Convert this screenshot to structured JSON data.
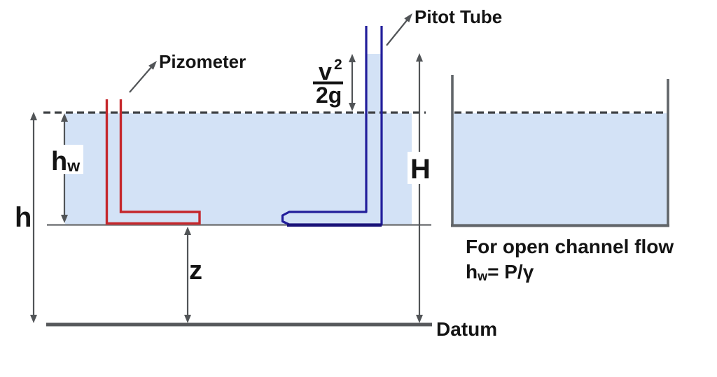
{
  "colors": {
    "water_fill": "#d3e2f6",
    "piezometer_red": "#c5272c",
    "pitot_blue": "#221e9b",
    "pitot_blue_dark": "#191278",
    "arrow_gray": "#515457",
    "bed_gray": "#77797c",
    "tank_gray": "#616569",
    "datum_gray": "#56585b",
    "dash_gray": "#3e4144",
    "text_color": "#141414"
  },
  "labels": {
    "piezometer": "Pizometer",
    "pitot_tube": "Pitot Tube",
    "datum": "Datum",
    "total_head": "H",
    "elevation_head": "z",
    "depth": "h",
    "piezometric_head": {
      "base": "h",
      "sub": "w"
    },
    "velocity_head": {
      "numerator_base": "v",
      "numerator_exponent": "2",
      "denominator": "2g"
    }
  },
  "note": {
    "line1": "For open channel flow",
    "formula": {
      "base": "h",
      "sub": "w",
      "rest": "= P/γ"
    }
  }
}
